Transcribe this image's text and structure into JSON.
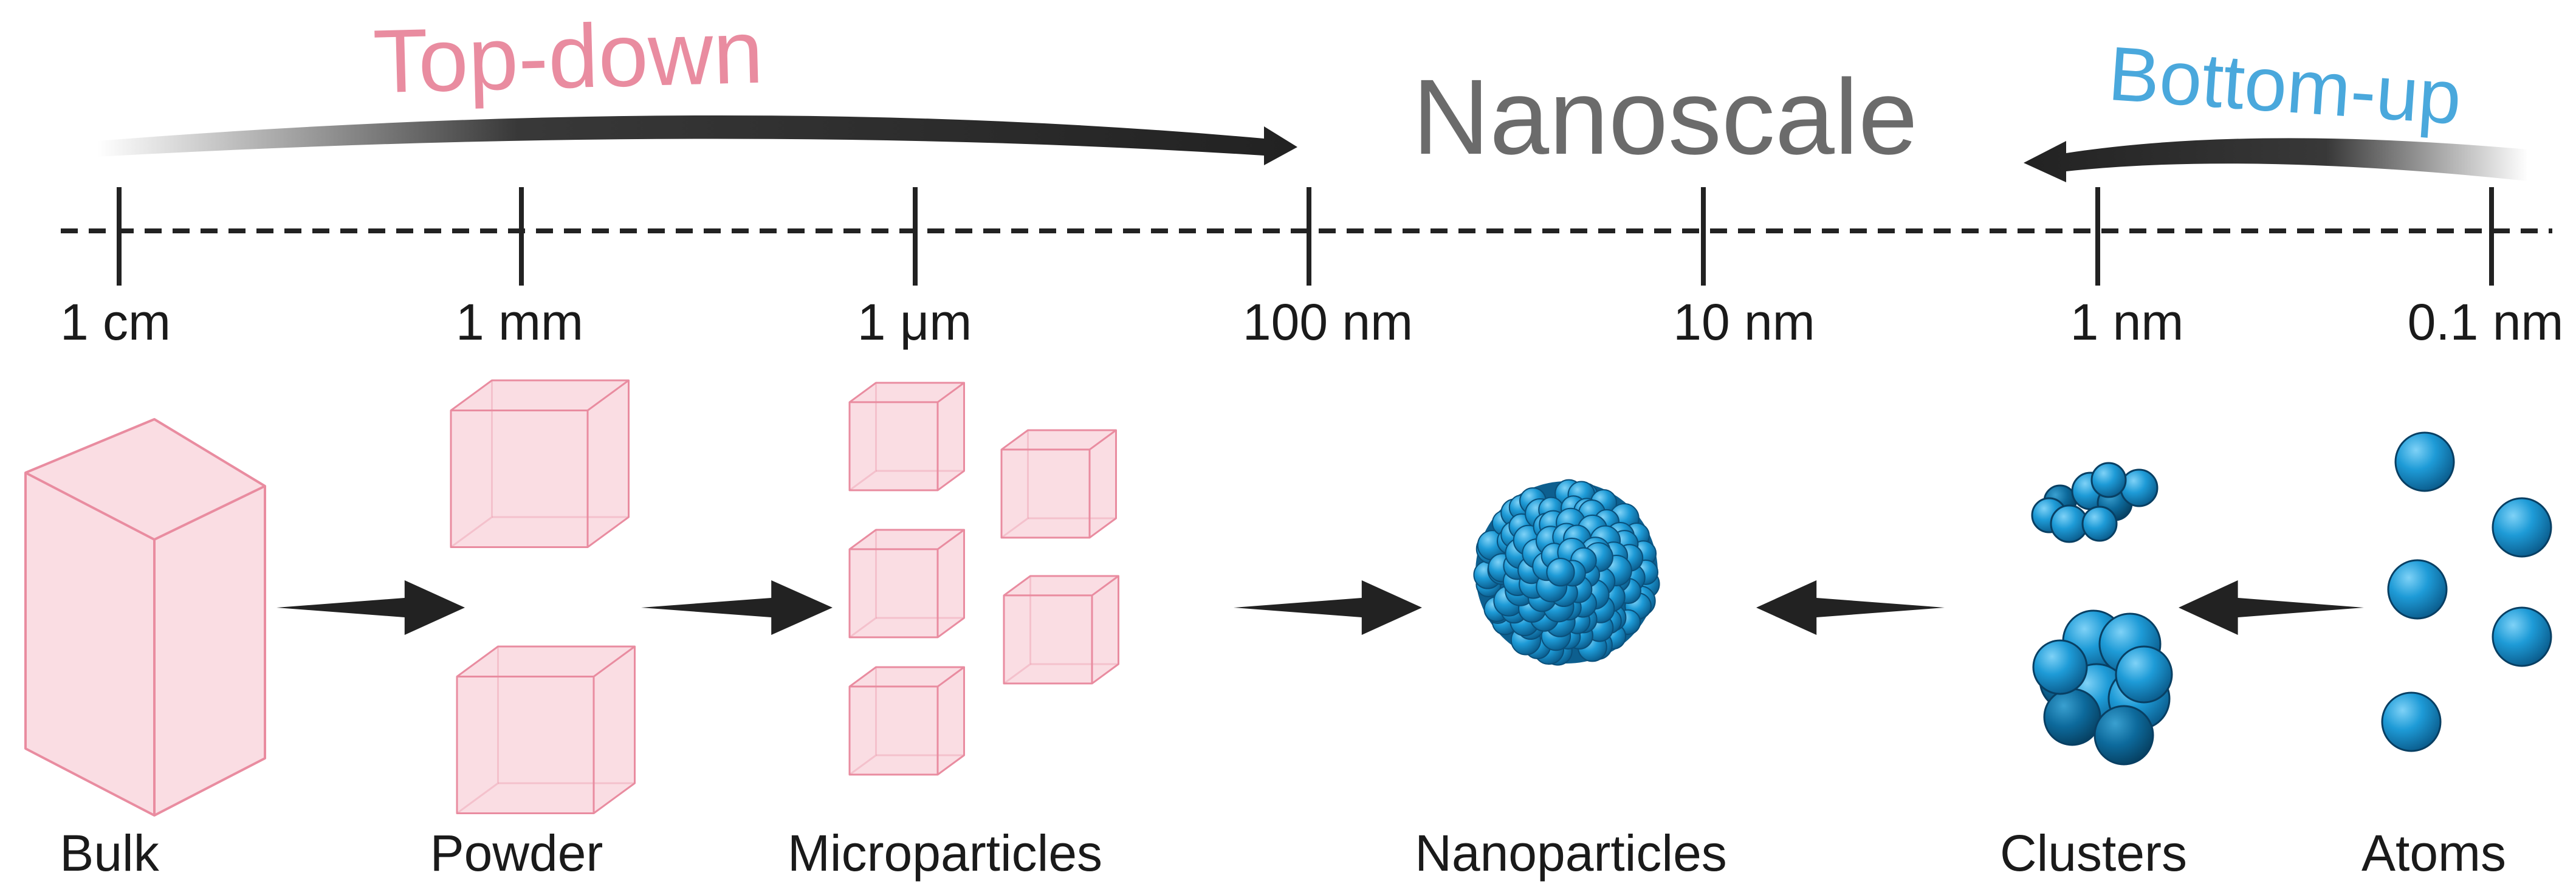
{
  "title": "Nanoscale",
  "approaches": {
    "top_down": {
      "label": "Top-down",
      "color": "#e98ca0"
    },
    "bottom_up": {
      "label": "Bottom-up",
      "color": "#4aa8dc"
    }
  },
  "scale_ticks": [
    "1 cm",
    "1 mm",
    "1 μm",
    "100 nm",
    "10 nm",
    "1 nm",
    "0.1 nm"
  ],
  "categories": [
    "Bulk",
    "Powder",
    "Microparticles",
    "Nanoparticles",
    "Clusters",
    "Atoms"
  ],
  "colors": {
    "cube_fill": "#f9d7de",
    "cube_stroke": "#e98ca0",
    "sphere": "#1e9bd7",
    "sphere_dark": "#0d5f8f",
    "arrow": "#222222",
    "axis": "#222222",
    "nanoscale_text": "#6b6b6b"
  }
}
